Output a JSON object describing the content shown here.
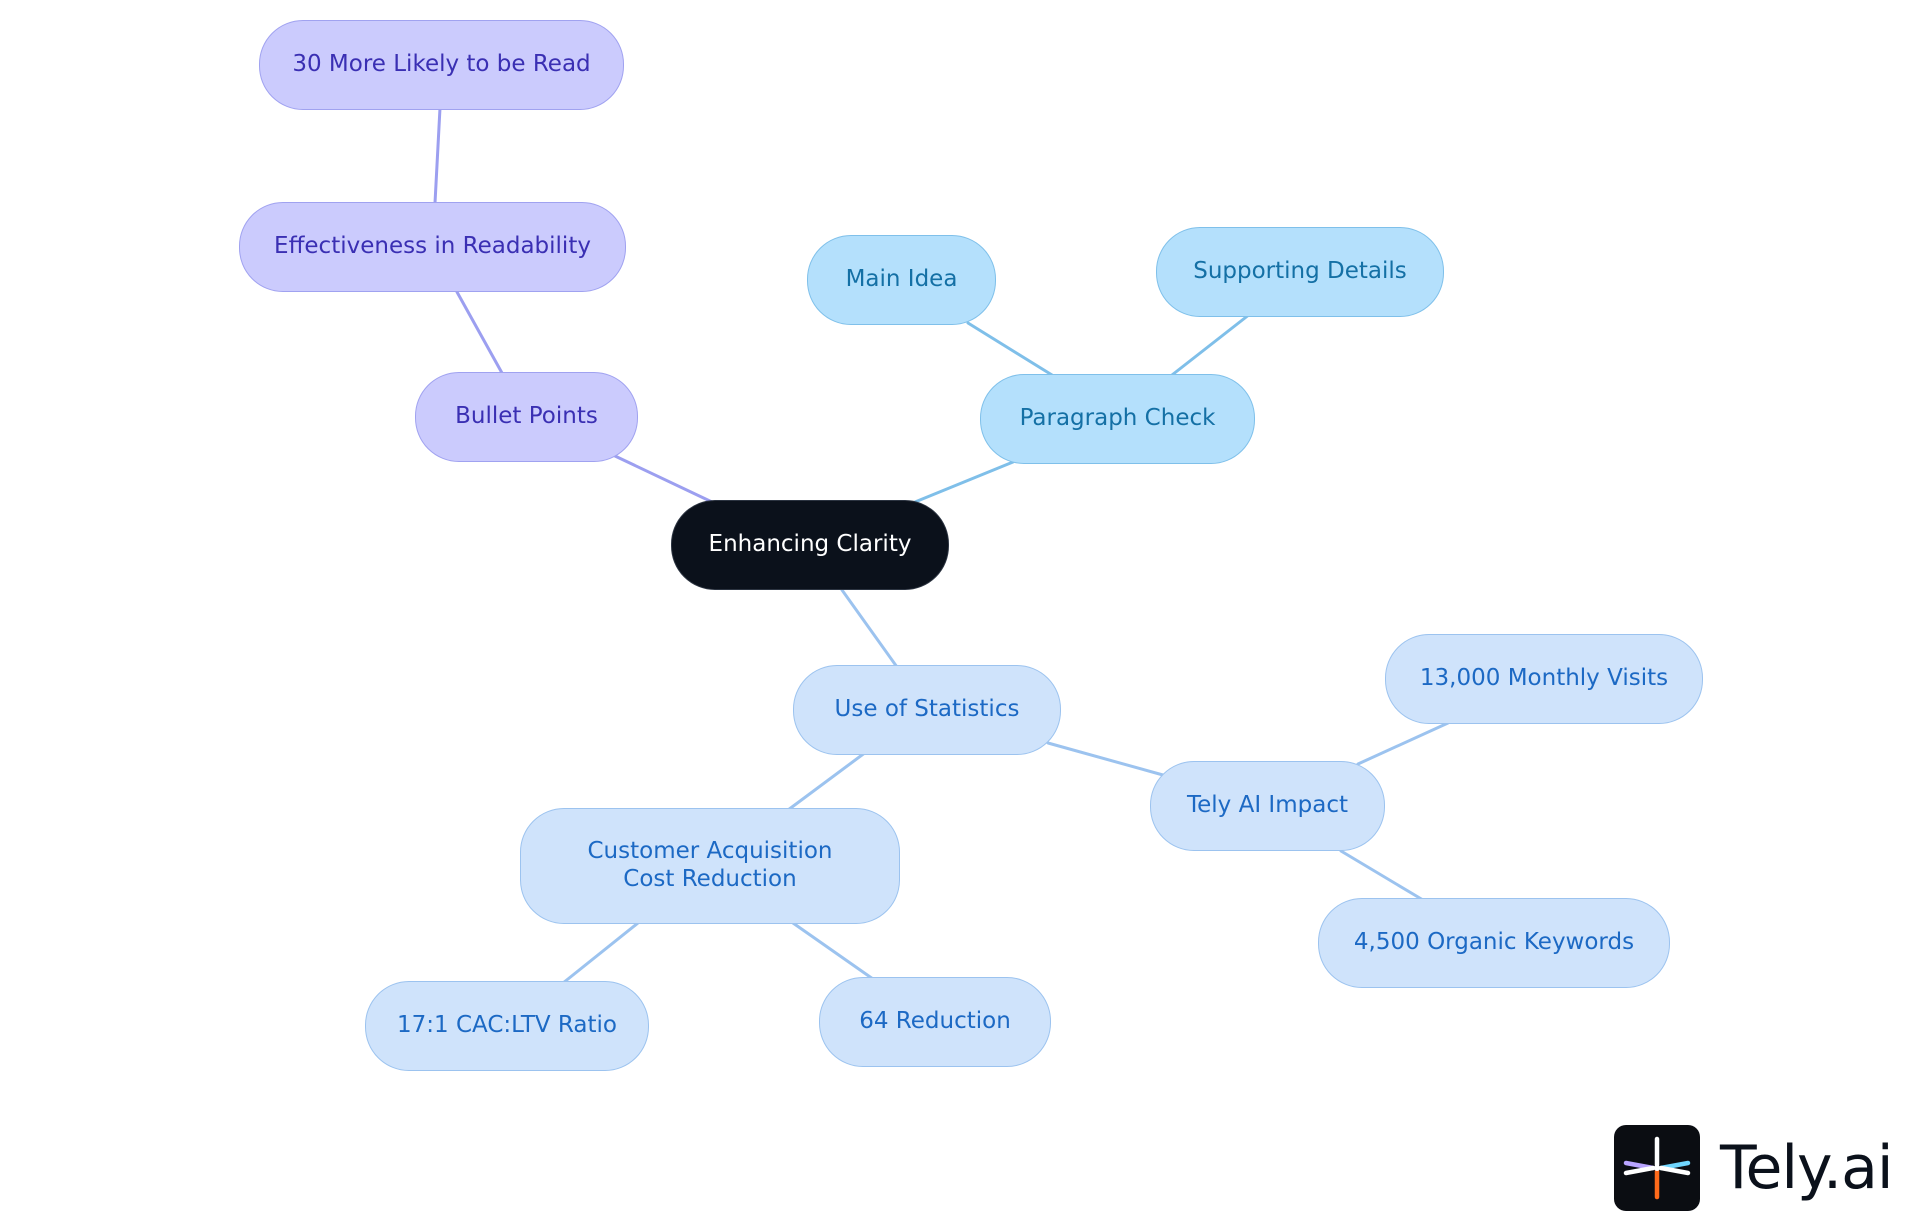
{
  "colors": {
    "root_fill": "#0b111b",
    "purple_fill": "#cbcbfd",
    "purple_edge": "#9c9ff0",
    "cyan_fill": "#b4e0fc",
    "cyan_edge": "#7fbfe9",
    "blue_fill": "#cfe3fb",
    "blue_edge": "#9cc3ef"
  },
  "diagram": {
    "root": {
      "label": "Enhancing Clarity"
    },
    "bullet_points": {
      "label": "Bullet Points",
      "effectiveness": {
        "label": "Effectiveness in Readability",
        "read_likelihood": {
          "label": "30 More Likely to be Read"
        }
      }
    },
    "paragraph_check": {
      "label": "Paragraph Check",
      "main_idea": {
        "label": "Main Idea"
      },
      "supporting_details": {
        "label": "Supporting Details"
      }
    },
    "statistics": {
      "label": "Use of Statistics",
      "cac_reduction": {
        "label": "Customer Acquisition Cost Reduction",
        "cac_ltv_ratio": {
          "label": "17:1 CAC:LTV Ratio"
        },
        "reduction_64": {
          "label": "64 Reduction"
        }
      },
      "tely_impact": {
        "label": "Tely AI Impact",
        "monthly_visits": {
          "label": "13,000 Monthly Visits"
        },
        "organic_keywords": {
          "label": "4,500 Organic Keywords"
        }
      }
    }
  },
  "brand": {
    "name": "Tely.ai",
    "logo_icon": "tely-spark-icon"
  }
}
